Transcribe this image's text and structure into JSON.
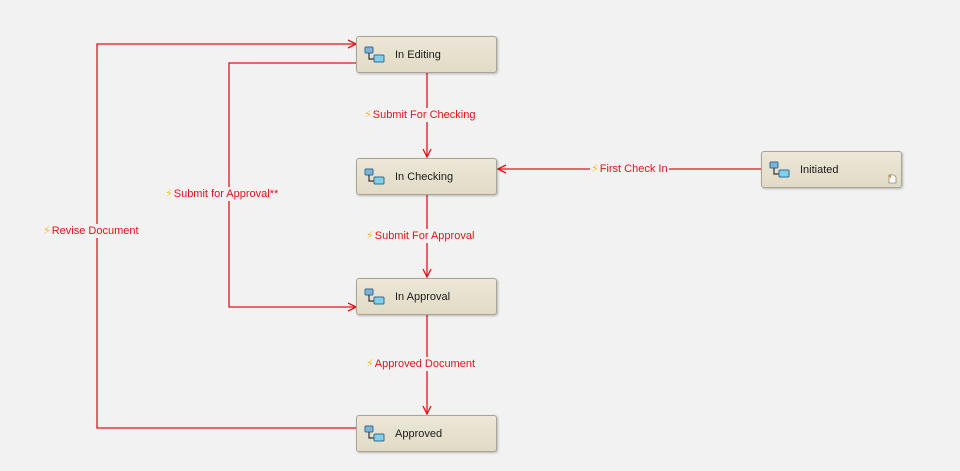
{
  "diagram": {
    "states": [
      {
        "id": "in-editing",
        "label": "In Editing"
      },
      {
        "id": "in-checking",
        "label": "In Checking"
      },
      {
        "id": "in-approval",
        "label": "In Approval"
      },
      {
        "id": "approved",
        "label": "Approved"
      },
      {
        "id": "initiated",
        "label": "Initiated",
        "initial": true
      }
    ],
    "transitions": [
      {
        "from": "in-editing",
        "to": "in-checking",
        "label": "Submit For Checking"
      },
      {
        "from": "initiated",
        "to": "in-checking",
        "label": "First Check In"
      },
      {
        "from": "in-checking",
        "to": "in-approval",
        "label": "Submit For Approval"
      },
      {
        "from": "in-editing",
        "to": "in-approval",
        "label": "Submit for Approval**"
      },
      {
        "from": "in-approval",
        "to": "approved",
        "label": "Approved Document"
      },
      {
        "from": "approved",
        "to": "in-editing",
        "label": "Revise Document"
      }
    ]
  },
  "colors": {
    "edge": "#e0151b",
    "node_fill": "#e4dfcc",
    "node_border": "#a9a494",
    "background": "#f2f2f2",
    "bolt": "#f2c01e"
  },
  "icons": {
    "state": "workflow-state-icon",
    "transition": "lightning-bolt-icon",
    "initial": "start-document-icon"
  }
}
